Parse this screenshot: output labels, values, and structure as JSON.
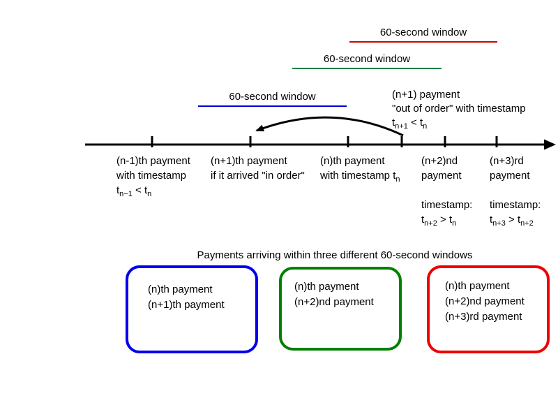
{
  "diagram": {
    "windows": [
      {
        "label": "60-second window",
        "color": "#d40000"
      },
      {
        "label": "60-second window",
        "color": "#008045"
      },
      {
        "label": "60-second window",
        "color": "#0000d4"
      }
    ],
    "out_of_order_note": {
      "line1": "(n+1) payment",
      "line2": "\"out of order\" with timestamp",
      "formula": {
        "b1": "t",
        "s1": "n+1",
        "op": " < ",
        "b2": "t",
        "s2": "n"
      }
    },
    "timeline_labels": {
      "nm1": {
        "line1": "(n-1)th payment",
        "line2": "with timestamp",
        "formula": {
          "b1": "t",
          "s1": "n−1",
          "op": " < ",
          "b2": "t",
          "s2": "n"
        }
      },
      "np1": {
        "line1": "(n+1)th payment",
        "line2": "if it arrived \"in order\""
      },
      "n": {
        "line1": "(n)th payment",
        "line2": "with timestamp t",
        "line2_sub": "n"
      },
      "np2": {
        "line1": "(n+2)nd",
        "line2": "payment",
        "ts_label": "timestamp:",
        "formula": {
          "b1": "t",
          "s1": "n+2",
          "op": " > ",
          "b2": "t",
          "s2": "n"
        }
      },
      "np3": {
        "line1": "(n+3)rd",
        "line2": "payment",
        "ts_label": "timestamp:",
        "formula": {
          "b1": "t",
          "s1": "n+3",
          "op": " > ",
          "b2": "t",
          "s2": "n+2"
        }
      }
    },
    "bottom": {
      "title": "Payments arriving within three different 60-second windows",
      "boxes": [
        {
          "color": "#0000ee",
          "items": [
            "(n)th payment",
            "(n+1)th payment"
          ]
        },
        {
          "color": "#008000",
          "items": [
            "(n)th payment",
            "(n+2)nd payment"
          ]
        },
        {
          "color": "#ee0000",
          "items": [
            "(n)th payment",
            "(n+2)nd payment",
            "(n+3)rd payment"
          ]
        }
      ]
    }
  }
}
